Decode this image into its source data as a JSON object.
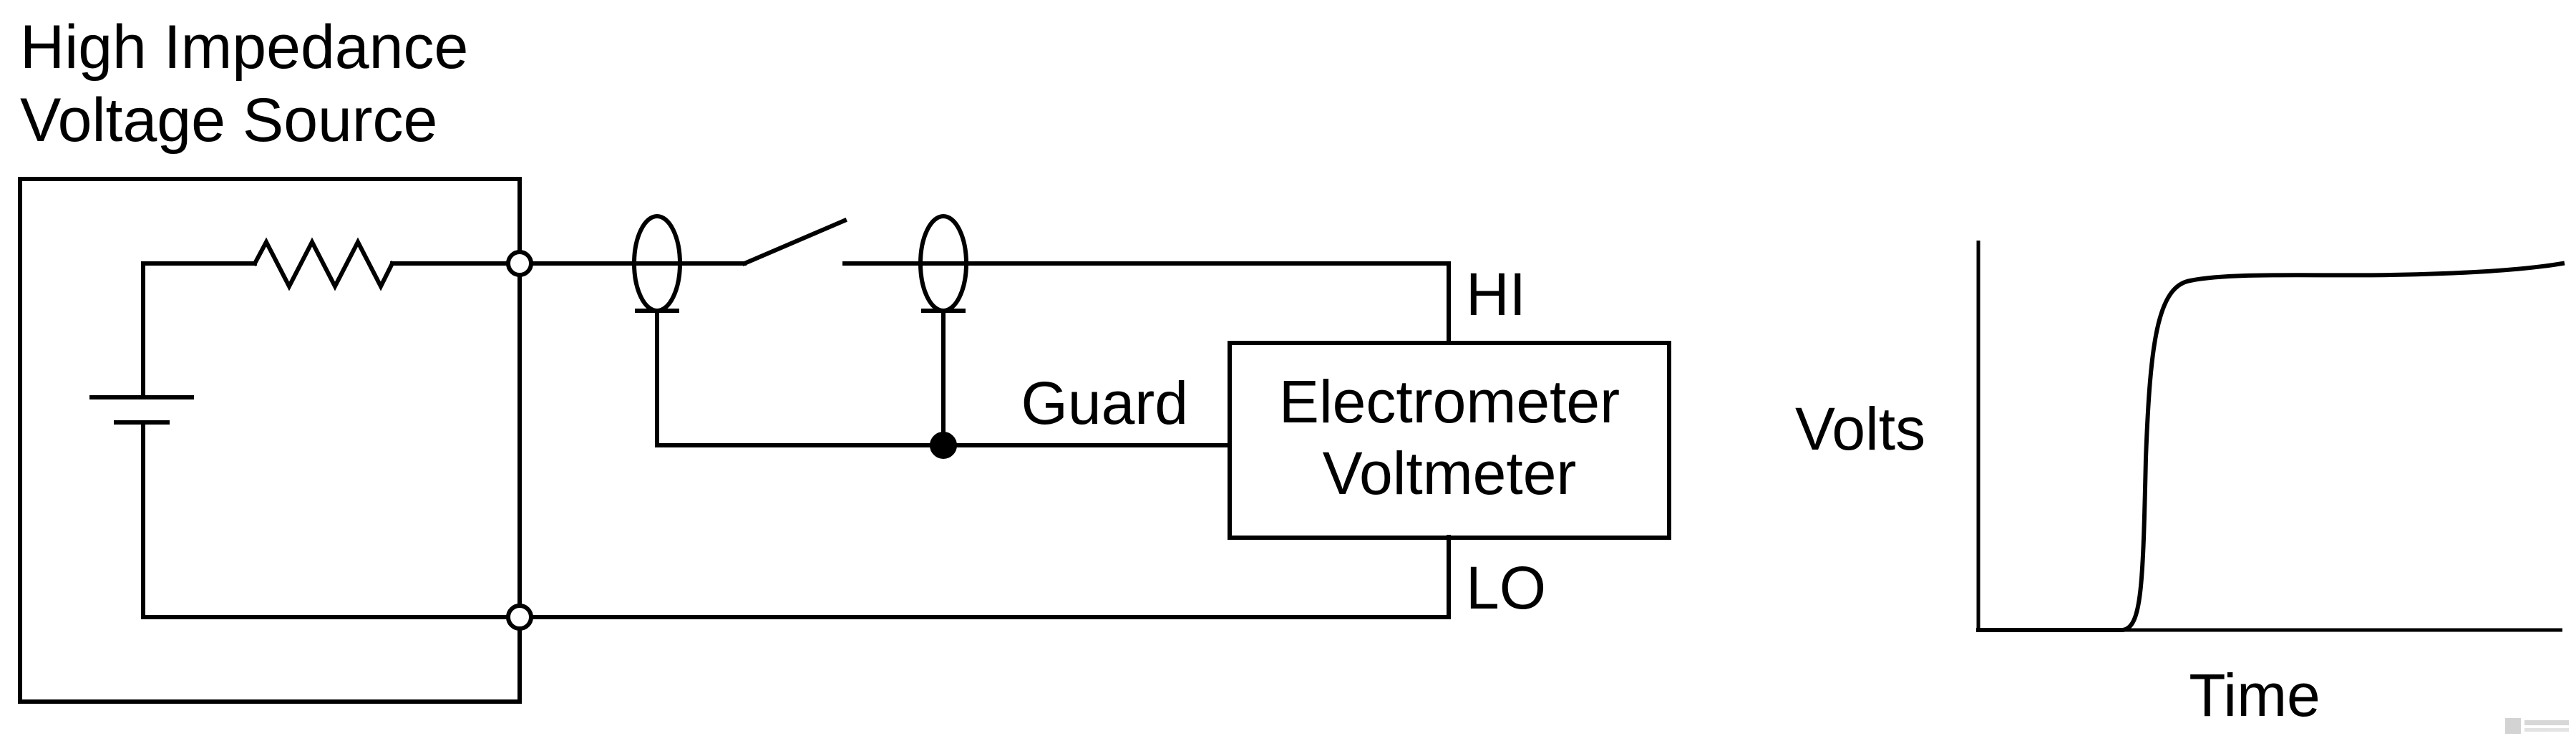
{
  "source": {
    "title_line1": "High Impedance",
    "title_line2": "Voltage Source"
  },
  "meter": {
    "line1": "Electrometer",
    "line2": "Voltmeter"
  },
  "terminals": {
    "hi": "HI",
    "lo": "LO",
    "guard": "Guard"
  },
  "graph": {
    "ylabel": "Volts",
    "xlabel": "Time"
  }
}
